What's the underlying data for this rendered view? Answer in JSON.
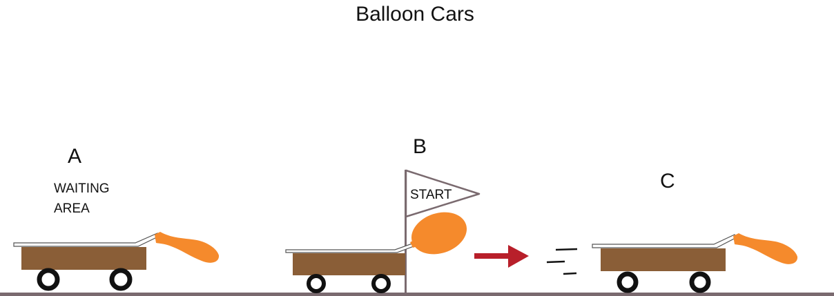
{
  "title": "Balloon Cars",
  "stations": [
    {
      "letter": "A",
      "caption_lines": [
        "WAITING",
        "AREA"
      ]
    },
    {
      "letter": "B",
      "flag_text": "START"
    },
    {
      "letter": "C"
    }
  ],
  "colors": {
    "car_body": "#8a5e37",
    "balloon": "#f58a2c",
    "arrow": "#b81f2a",
    "ground": "#7a6a6f",
    "flag_pole": "#7a6a6f",
    "wheel": "#111111",
    "text": "#111111"
  }
}
